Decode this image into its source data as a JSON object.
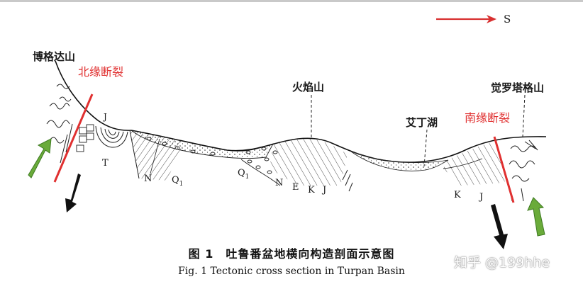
{
  "labels": {
    "bogda": "博格达山",
    "north_fault": "北缘断裂",
    "huoyan": "火焰山",
    "jueluo": "觉罗塔格山",
    "aiding": "艾丁湖",
    "south_fault": "南缘断裂",
    "compass": "S"
  },
  "strata": {
    "J_top": "J",
    "T": "T",
    "N1": "N",
    "Q1a": "Q",
    "Q1a_sub": "1",
    "Q1b": "Q",
    "Q1b_sub": "1",
    "N2": "N",
    "E": "E",
    "K1": "K",
    "J1": "J",
    "K2": "K",
    "J2": "J"
  },
  "caption": {
    "cn": "图 1　吐鲁番盆地横向构造剖面示意图",
    "en": "Fig. 1   Tectonic cross section in Turpan Basin"
  },
  "watermark": "知乎 @199hhe",
  "colors": {
    "red": "#e03030",
    "green": "#6aab3a",
    "black": "#111111"
  }
}
